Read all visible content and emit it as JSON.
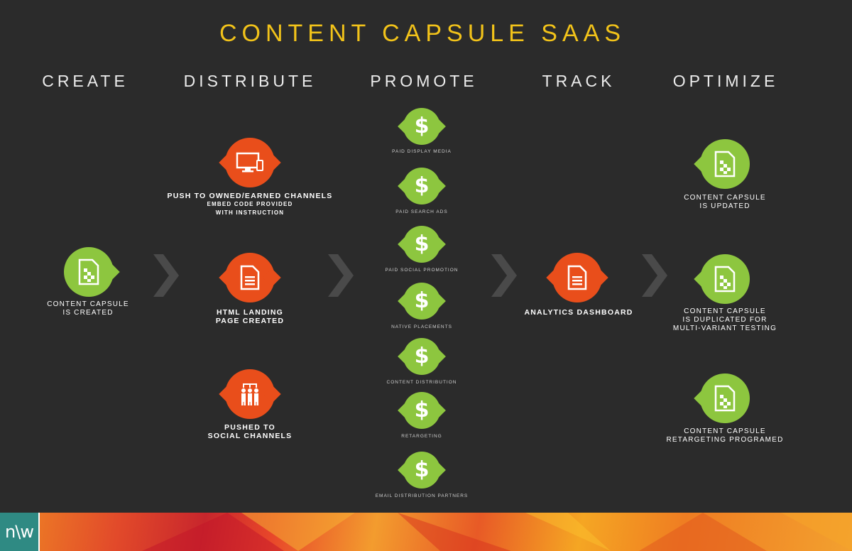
{
  "title": "CONTENT CAPSULE SAAS",
  "columns": [
    "CREATE",
    "DISTRIBUTE",
    "PROMOTE",
    "TRACK",
    "OPTIMIZE"
  ],
  "create": {
    "label_line1": "CONTENT CAPSULE",
    "label_line2": "IS CREATED"
  },
  "distribute": [
    {
      "line1": "PUSH TO OWNED/EARNED CHANNELS",
      "line2": "EMBED CODE PROVIDED",
      "line3": "WITH INSTRUCTION"
    },
    {
      "line1": "HTML LANDING",
      "line2": "PAGE CREATED"
    },
    {
      "line1": "PUSHED TO",
      "line2": "SOCIAL CHANNELS"
    }
  ],
  "promote": {
    "labels": [
      "PAID DISPLAY MEDIA",
      "PAID SEARCH ADS",
      "PAID SOCIAL PROMOTION",
      "NATIVE PLACEMENTS",
      "CONTENT DISTRIBUTION",
      "RETARGETING",
      "EMAIL DISTRIBUTION PARTNERS"
    ]
  },
  "track": {
    "label": "ANALYTICS DASHBOARD"
  },
  "optimize": [
    {
      "line1": "CONTENT CAPSULE",
      "line2": "IS UPDATED"
    },
    {
      "line1": "CONTENT CAPSULE",
      "line2": "IS DUPLICATED FOR",
      "line3": "MULTI-VARIANT TESTING"
    },
    {
      "line1": "CONTENT CAPSULE",
      "line2": "RETARGETING PROGRAMED"
    }
  ],
  "icons": {
    "capsule": "document-capsule-icon",
    "monitor": "monitor-device-icon",
    "document": "document-icon",
    "people": "social-people-icon",
    "dollar": "dollar-icon",
    "chevron": "chevron-right-icon"
  },
  "colors": {
    "background": "#2b2b2b",
    "title": "#f2c31a",
    "green": "#8dc63f",
    "red": "#e94e1b",
    "chevron": "#4a4a4a"
  },
  "footer": {
    "logo_text": "n\\w"
  }
}
